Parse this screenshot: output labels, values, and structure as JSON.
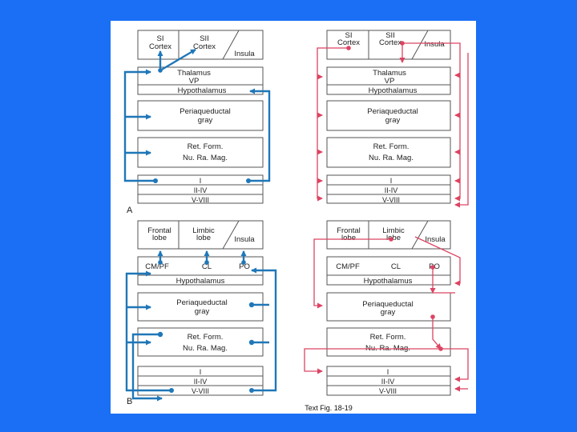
{
  "figure": {
    "caption": "Text Fig. 18-19",
    "colors": {
      "slide_background": "#1a6ff5",
      "blue_path": "#1f77b8",
      "red_path": "#dc4462"
    },
    "panel_a": {
      "label": "A",
      "cortex": {
        "s1_line1": "SI",
        "s1_line2": "Cortex",
        "s2_line1": "SII",
        "s2_line2": "Cortex",
        "insula": "Insula"
      },
      "thalamus_line1": "Thalamus",
      "thalamus_line2": "VP",
      "hypothalamus": "Hypothalamus",
      "pag_line1": "Periaqueductal",
      "pag_line2": "gray",
      "ret_line1": "Ret. Form.",
      "ret_line2": "Nu. Ra. Mag.",
      "laminae": [
        "I",
        "II-IV",
        "V-VIII"
      ]
    },
    "panel_b": {
      "label": "B",
      "cortex": {
        "frontal_line1": "Frontal",
        "frontal_line2": "lobe",
        "limbic_line1": "Limbic",
        "limbic_line2": "lobe",
        "insula": "Insula"
      },
      "nuclei": [
        "CM/PF",
        "CL",
        "PO"
      ],
      "hypothalamus": "Hypothalamus",
      "pag_line1": "Periaqueductal",
      "pag_line2": "gray",
      "ret_line1": "Ret. Form.",
      "ret_line2": "Nu. Ra. Mag.",
      "laminae": [
        "I",
        "II-IV",
        "V-VIII"
      ]
    }
  }
}
